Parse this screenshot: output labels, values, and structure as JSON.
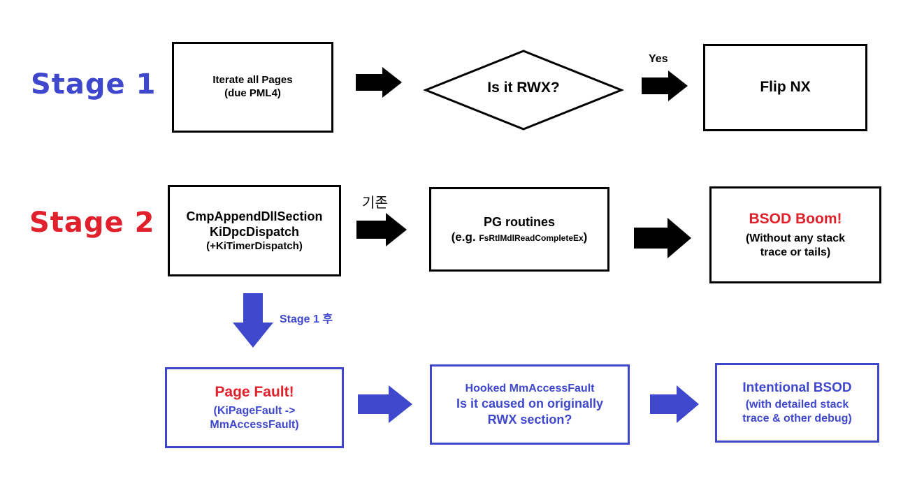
{
  "stage1": {
    "label": "Stage 1",
    "iterate": {
      "line1": "Iterate all Pages",
      "line2": "(due PML4)"
    },
    "decision": "Is it RWX?",
    "yes": "Yes",
    "flip": "Flip NX"
  },
  "stage2": {
    "label": "Stage 2",
    "dispatch": {
      "line1": "CmpAppendDllSection",
      "line2": "KiDpcDispatch",
      "line3": "(+KiTimerDispatch)"
    },
    "legacy_label": "기존",
    "pg": {
      "line1": "PG routines",
      "line2_prefix": "(e.g. ",
      "line2_fn": "FsRtlMdlReadCompleteEx",
      "line2_suffix": ")"
    },
    "bsod": {
      "line1": "BSOD Boom!",
      "line2": "(Without any stack",
      "line3": "trace or tails)"
    },
    "after_stage1": "Stage 1 후",
    "fault": {
      "line1": "Page Fault!",
      "line2": "(KiPageFault ->",
      "line3": "MmAccessFault)"
    },
    "hooked": {
      "line1": "Hooked MmAccessFault",
      "line2": "Is it caused on originally",
      "line3": "RWX section?"
    },
    "intentional": {
      "line1": "Intentional BSOD",
      "line2": "(with detailed stack",
      "line3": "trace & other debug)"
    }
  },
  "colors": {
    "stage1": "#3f48cc",
    "stage2": "#e0202a",
    "blue_flow": "#3f48cc",
    "black": "#000000"
  },
  "icons": {
    "flow_arrow": "right-arrow-icon",
    "down_arrow": "down-arrow-icon"
  }
}
